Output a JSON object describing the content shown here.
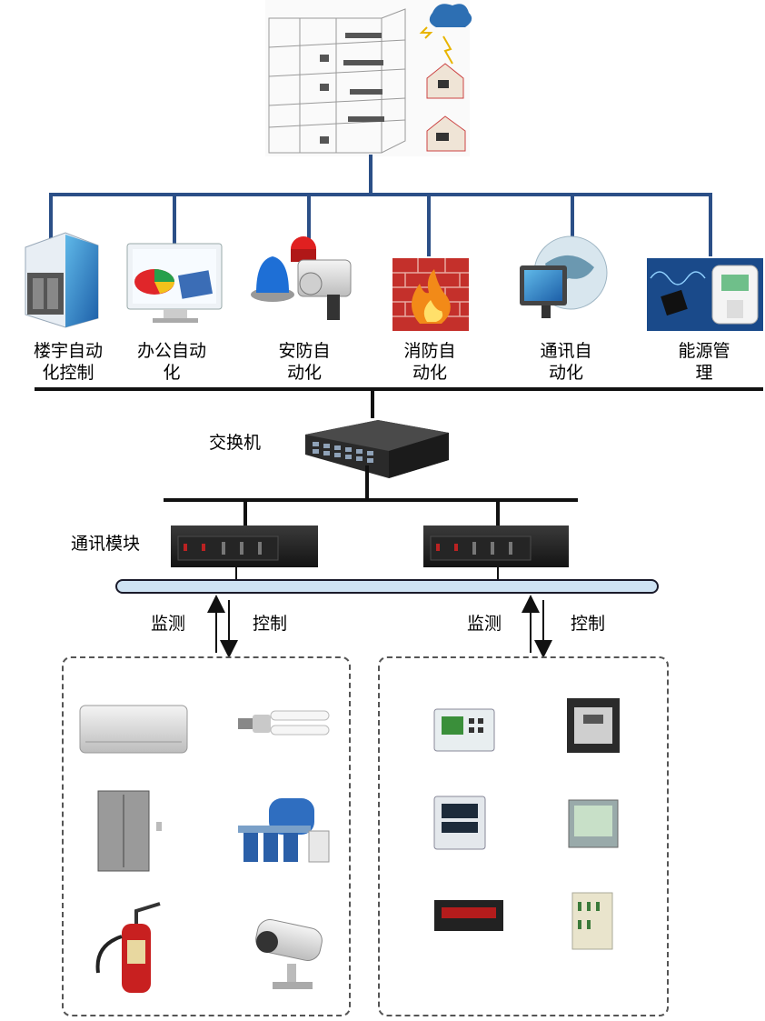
{
  "systems": [
    {
      "line1": "楼宇自动",
      "line2": "化控制",
      "icon": "building-automation-icon"
    },
    {
      "line1": "办公自动",
      "line2": "化",
      "icon": "office-monitor-chart-icon"
    },
    {
      "line1": "安防自",
      "line2": "动化",
      "icon": "security-camera-alarm-icon"
    },
    {
      "line1": "消防自",
      "line2": "动化",
      "icon": "firewall-icon"
    },
    {
      "line1": "通讯自",
      "line2": "动化",
      "icon": "globe-monitor-icon"
    },
    {
      "line1": "能源管",
      "line2": "理",
      "icon": "energy-meter-icon"
    }
  ],
  "switch_label": "交换机",
  "comm_module_label": "通讯模块",
  "left_group": {
    "monitor": "监测",
    "control": "控制"
  },
  "right_group": {
    "monitor": "监测",
    "control": "控制"
  },
  "left_devices": [
    "air-conditioner-icon",
    "energy-saving-lamp-icon",
    "elevator-icon",
    "water-pump-icon",
    "fire-extinguisher-icon",
    "cctv-camera-icon"
  ],
  "right_devices": [
    "power-meter-icon",
    "circuit-breaker-icon",
    "temperature-controller-icon",
    "panel-meter-icon",
    "digital-display-meter-icon",
    "distribution-cabinet-icon"
  ],
  "colors": {
    "bus": "#2b4f87",
    "line": "#111111",
    "bar": "#cfe3f3"
  }
}
